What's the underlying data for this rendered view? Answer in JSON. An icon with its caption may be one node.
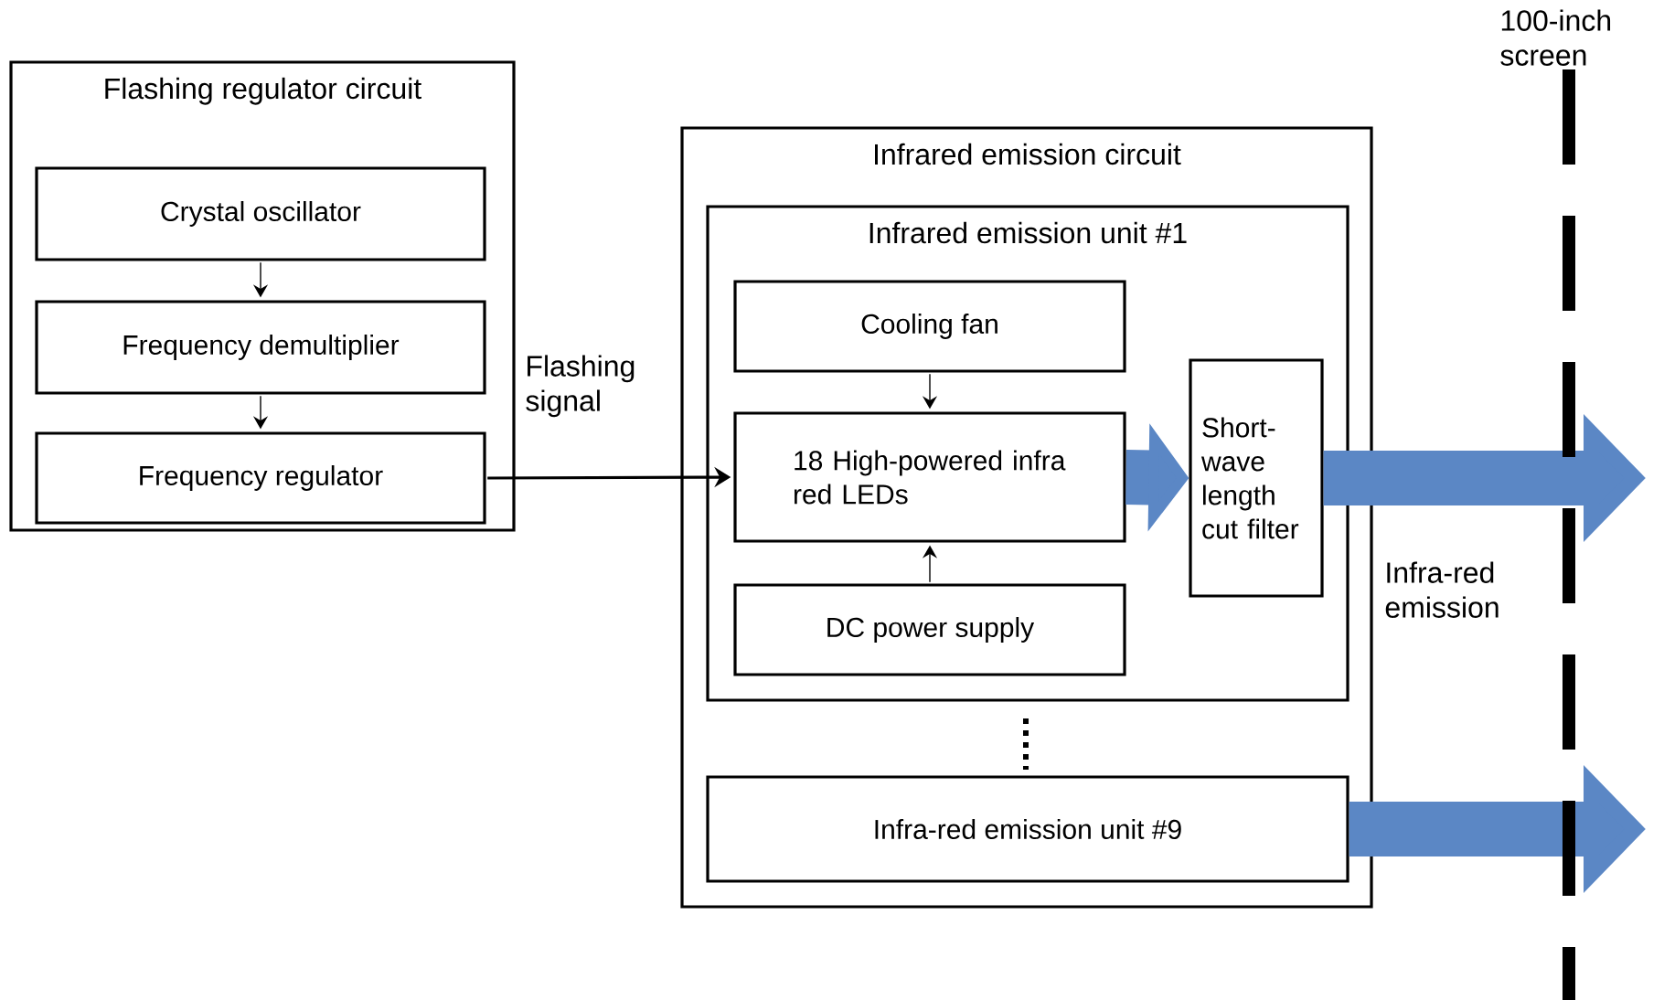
{
  "diagram": {
    "nodes": [
      {
        "text": [
          "Flashing regulator circuit"
        ]
      },
      {
        "text": [
          "Crystal oscillator"
        ],
        "in": 0
      },
      {
        "text": [
          "Frequency demultiplier"
        ],
        "in": 0
      },
      {
        "text": [
          "Frequency regulator"
        ],
        "in": 0
      },
      {
        "text": [
          "Infrared emission circuit"
        ]
      },
      {
        "text": [
          "Infrared emission unit #1"
        ],
        "in": 4
      },
      {
        "text": [
          "Cooling fan"
        ],
        "in": 5
      },
      {
        "text": [
          "18 High-powered infra red LEDs"
        ],
        "in": 5
      },
      {
        "text": [
          "DC power supply"
        ],
        "in": 5
      },
      {
        "text": [
          "Short-wave length cut filter"
        ],
        "in": 5
      },
      {
        "text": [
          "Infra-red emission unit #9"
        ],
        "in": 4
      }
    ],
    "edges": [
      {
        "from": 1,
        "to": 2,
        "arrow": "to"
      },
      {
        "from": 2,
        "to": 3,
        "arrow": "to"
      },
      {
        "from": 6,
        "to": 7,
        "arrow": "to"
      },
      {
        "from": 8,
        "to": 7,
        "arrow": "to"
      },
      {
        "from": 3,
        "to": 7,
        "arrow": "to",
        "label": "Flashing signal"
      },
      {
        "from": 7,
        "to": 9,
        "arrow": "to",
        "style": "thick",
        "color": "#5b87c5"
      },
      {
        "from": 9,
        "to": null,
        "arrow": "to",
        "style": "thick",
        "color": "#5b87c5"
      },
      {
        "from": 10,
        "to": null,
        "arrow": "to",
        "style": "thick",
        "color": "#5b87c5"
      }
    ],
    "labels": [
      "100-inch screen",
      "Infra-red emission"
    ]
  }
}
